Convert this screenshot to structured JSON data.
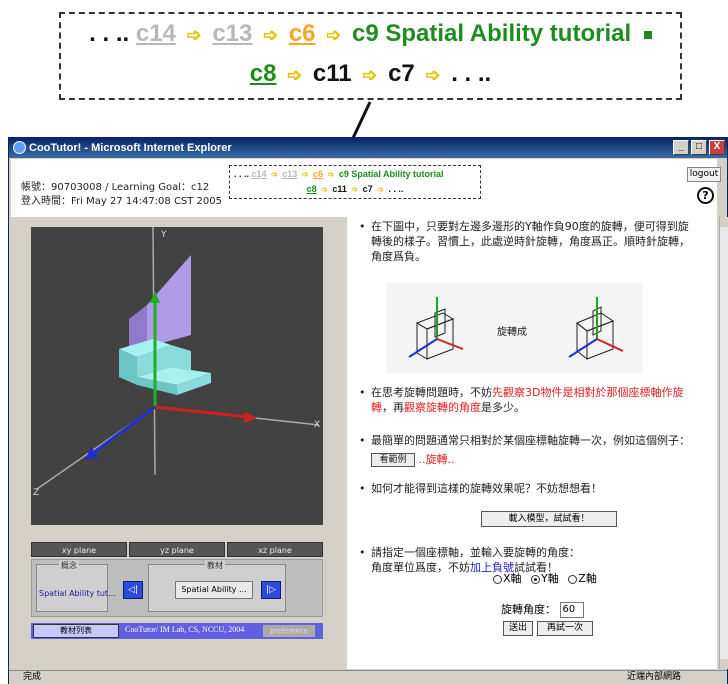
{
  "callout": {
    "line1": {
      "prefix": ". . ..",
      "c14": "c14",
      "c13": "c13",
      "c6": "c6",
      "c9": "c9 Spatial Ability tutorial"
    },
    "line2": {
      "c8": "c8",
      "c11": "c11",
      "c7": "c7",
      "suffix": ". . .."
    },
    "arrow": "➩"
  },
  "window": {
    "title": "CooTutor! - Microsoft Internet Explorer",
    "min_btn": "_",
    "max_btn": "□",
    "close_btn": "X",
    "logout": "logout",
    "help": "?",
    "account": "帳號：90703008 / Learning Goal：c12",
    "login_time": "登入時間：Fri May 27 14:47:08 CST 2005",
    "mini_crumb": {
      "prefix": ". . ..",
      "c14": "c14",
      "c13": "c13",
      "c6": "c6",
      "c9": "c9 Spatial Ability tutorial",
      "c8": "c8",
      "c11": "c11",
      "c7": "c7",
      "suffix": ". . .."
    }
  },
  "left_panel": {
    "axes": {
      "x": "X",
      "y": "Y",
      "z": "Z"
    },
    "planes": [
      "xy plane",
      "yz plane",
      "xz plane"
    ],
    "concept_title": "概念",
    "concept_value": "Spatial Ability tut...",
    "material_title": "教材",
    "material_value": "Spatial Ability ...",
    "prev_btn": "◁|",
    "next_btn": "|▷",
    "material_list": "教材列表",
    "footer": "CooTutor/ IM Lab, CS, NCCU, 2004",
    "preference": "preference"
  },
  "right_panel": {
    "b1": "在下圖中，只要對左邊多邊形的Y軸作負90度的旋轉，便可得到旋轉後的樣子。習慣上，此處逆時針旋轉，角度爲正。順時針旋轉，角度爲負。",
    "figure_label": "旋轉成",
    "b2_pre": "在思考旋轉問題時，不妨",
    "b2_red1": "先觀察3D物件是相對於那個座標軸作旋轉",
    "b2_mid": "，再",
    "b2_red2": "觀察旋轉的角度",
    "b2_post": "是多少。",
    "b3": "最簡單的問題通常只相對於某個座標軸旋轉一次，例如這個例子：",
    "example_btn": "看範例",
    "b3_red": "..旋轉..",
    "b4": "如何才能得到這樣的旋轉效果呢？不妨想想看！",
    "load_btn": "載入模型，試試看！",
    "b5_line1": "請指定一個座標軸，並輸入要旋轉的角度：",
    "b5_pre": "角度單位爲度，不妨",
    "b5_blue": "加上負號",
    "b5_post": "試試看！",
    "radio_x": "X軸",
    "radio_y": "Y軸",
    "radio_z": "Z軸",
    "angle_label": "旋轉角度：",
    "angle_value": "60",
    "submit_btn": "送出",
    "retry_btn": "再試一次"
  },
  "statusbar": {
    "left": "完成",
    "right": "近端內部網路"
  }
}
